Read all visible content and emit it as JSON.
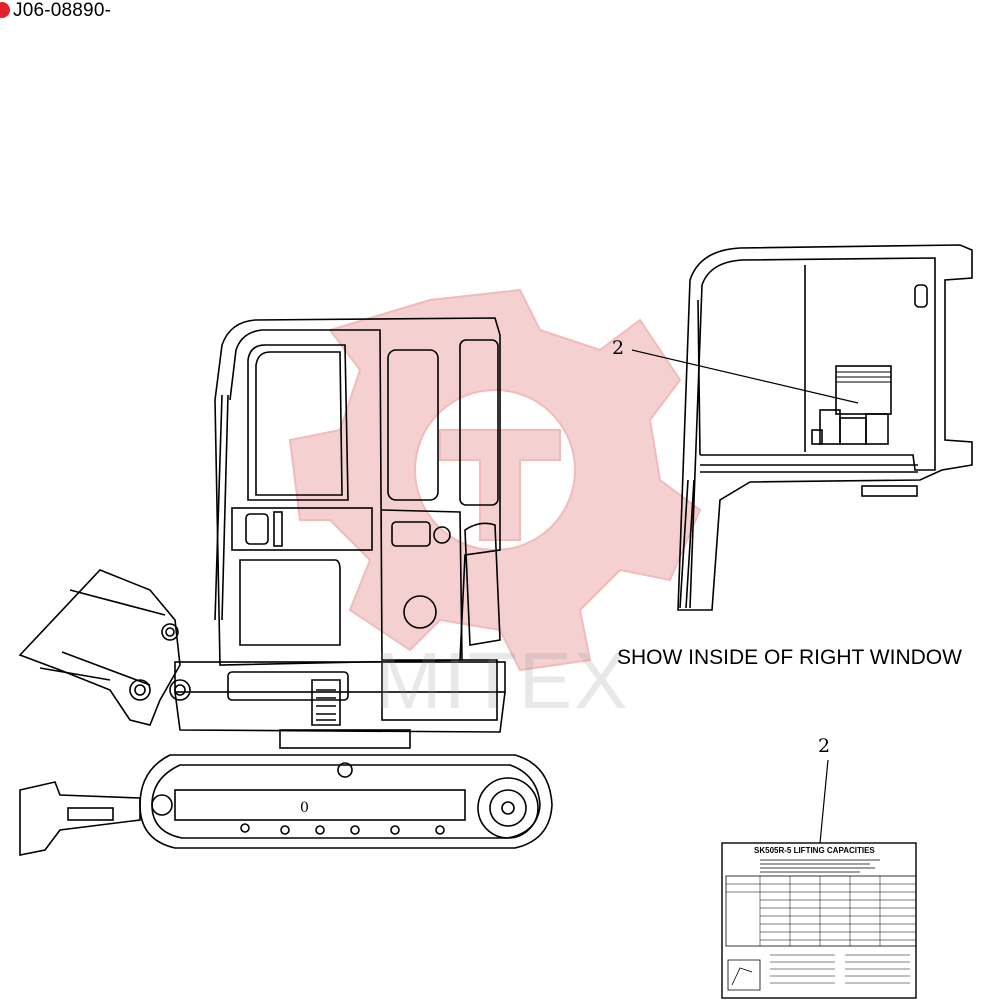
{
  "header": {
    "doc_id": "J06-08890-"
  },
  "callouts": {
    "window_label": "2",
    "decal_label": "2"
  },
  "caption": {
    "text": "SHOW INSIDE OF RIGHT WINDOW"
  },
  "decal": {
    "title": "SK505R-5  LIFTING CAPACITIES"
  },
  "watermark": {
    "text": "MITEX"
  },
  "colors": {
    "line": "#000000",
    "watermark": "#e8a0a0",
    "mark": "#e0202a"
  }
}
